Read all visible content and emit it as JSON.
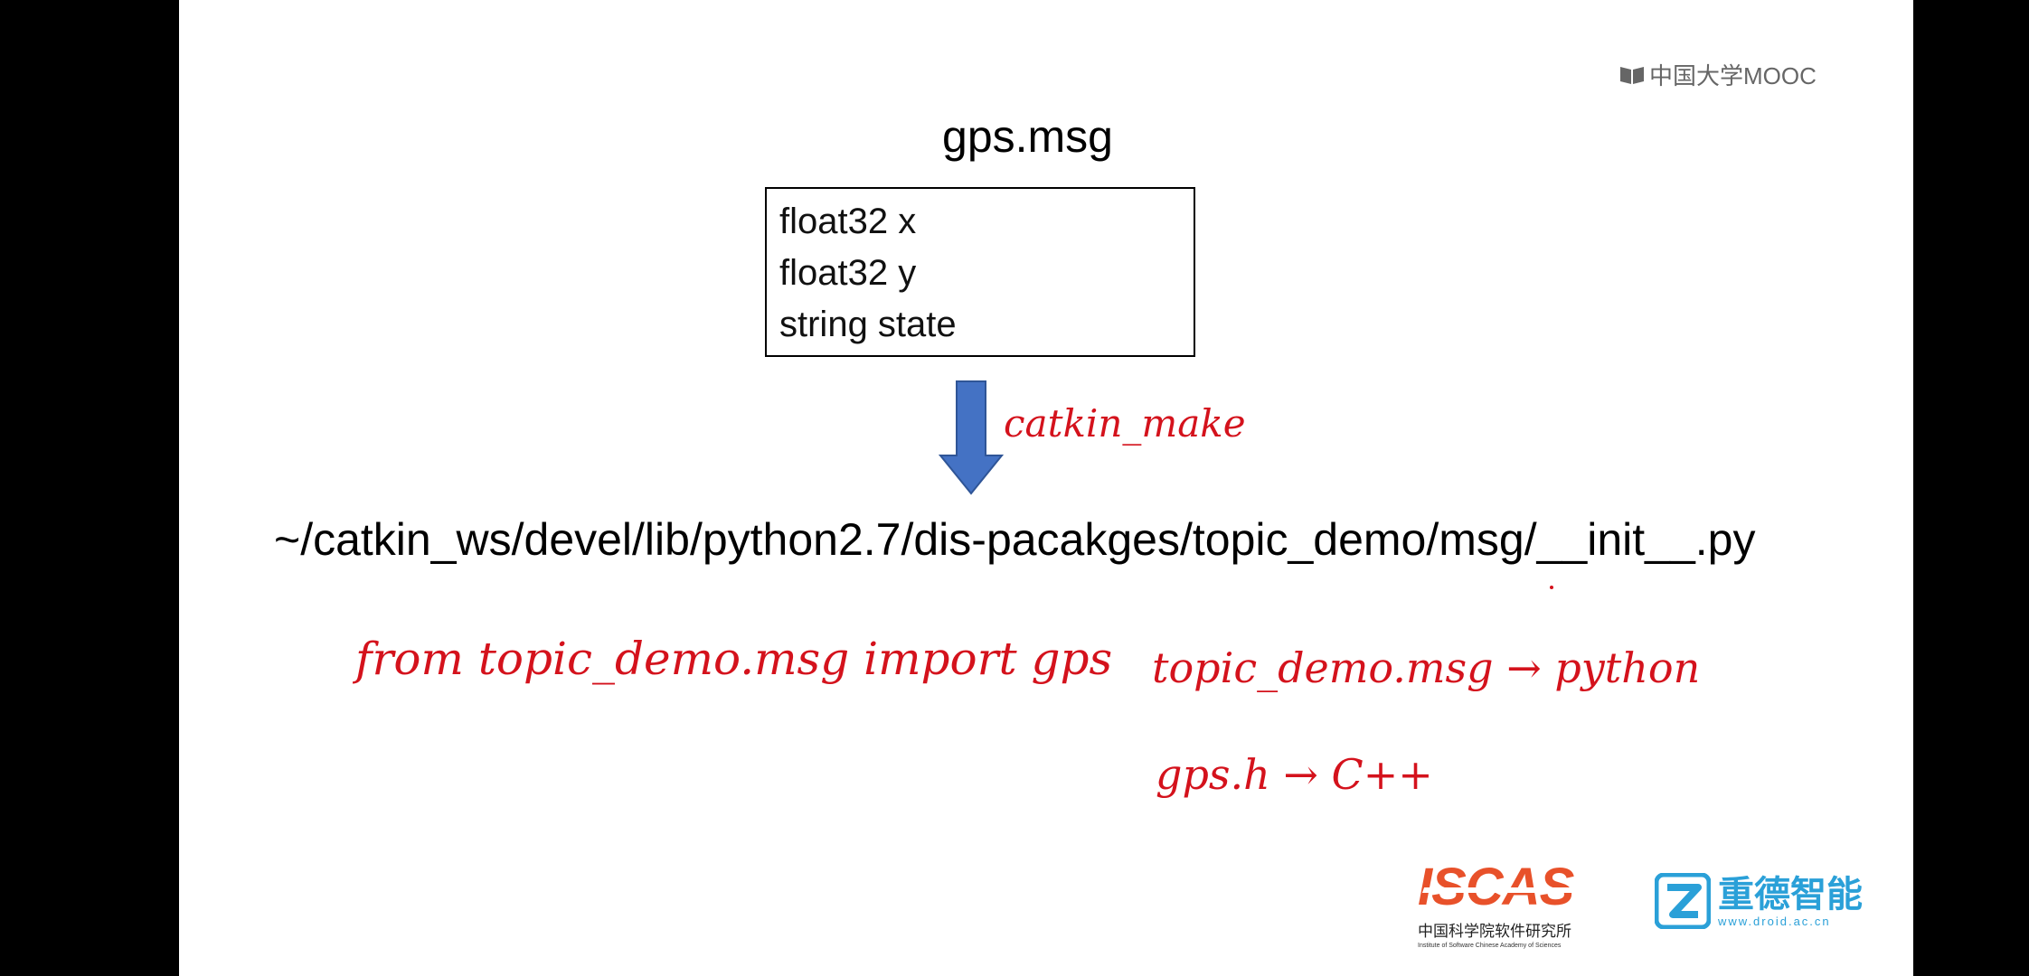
{
  "watermark": {
    "text": "中国大学MOOC"
  },
  "message": {
    "filename": "gps.msg",
    "fields": [
      "float32 x",
      "float32 y",
      "string state"
    ]
  },
  "arrow_annotation": "catkin_make",
  "generated_path": "~/catkin_ws/devel/lib/python2.7/dis-pacakges/topic_demo/msg/__init__.py",
  "handwritten_notes": {
    "import_statement": "from topic_demo.msg import gps",
    "python_mapping": "topic_demo.msg → python",
    "cpp_mapping": "gps.h → C++"
  },
  "logos": {
    "iscas_name": "ISCAS",
    "iscas_chinese": "中国科学院软件研究所",
    "iscas_english": "Institute of Software Chinese Academy of Sciences",
    "droid_name": "重德智能",
    "droid_url": "www.droid.ac.cn"
  },
  "colors": {
    "arrow": "#4472c4",
    "handwriting": "#d4121c",
    "iscas": "#e8512a",
    "droid": "#2aa0d8"
  }
}
